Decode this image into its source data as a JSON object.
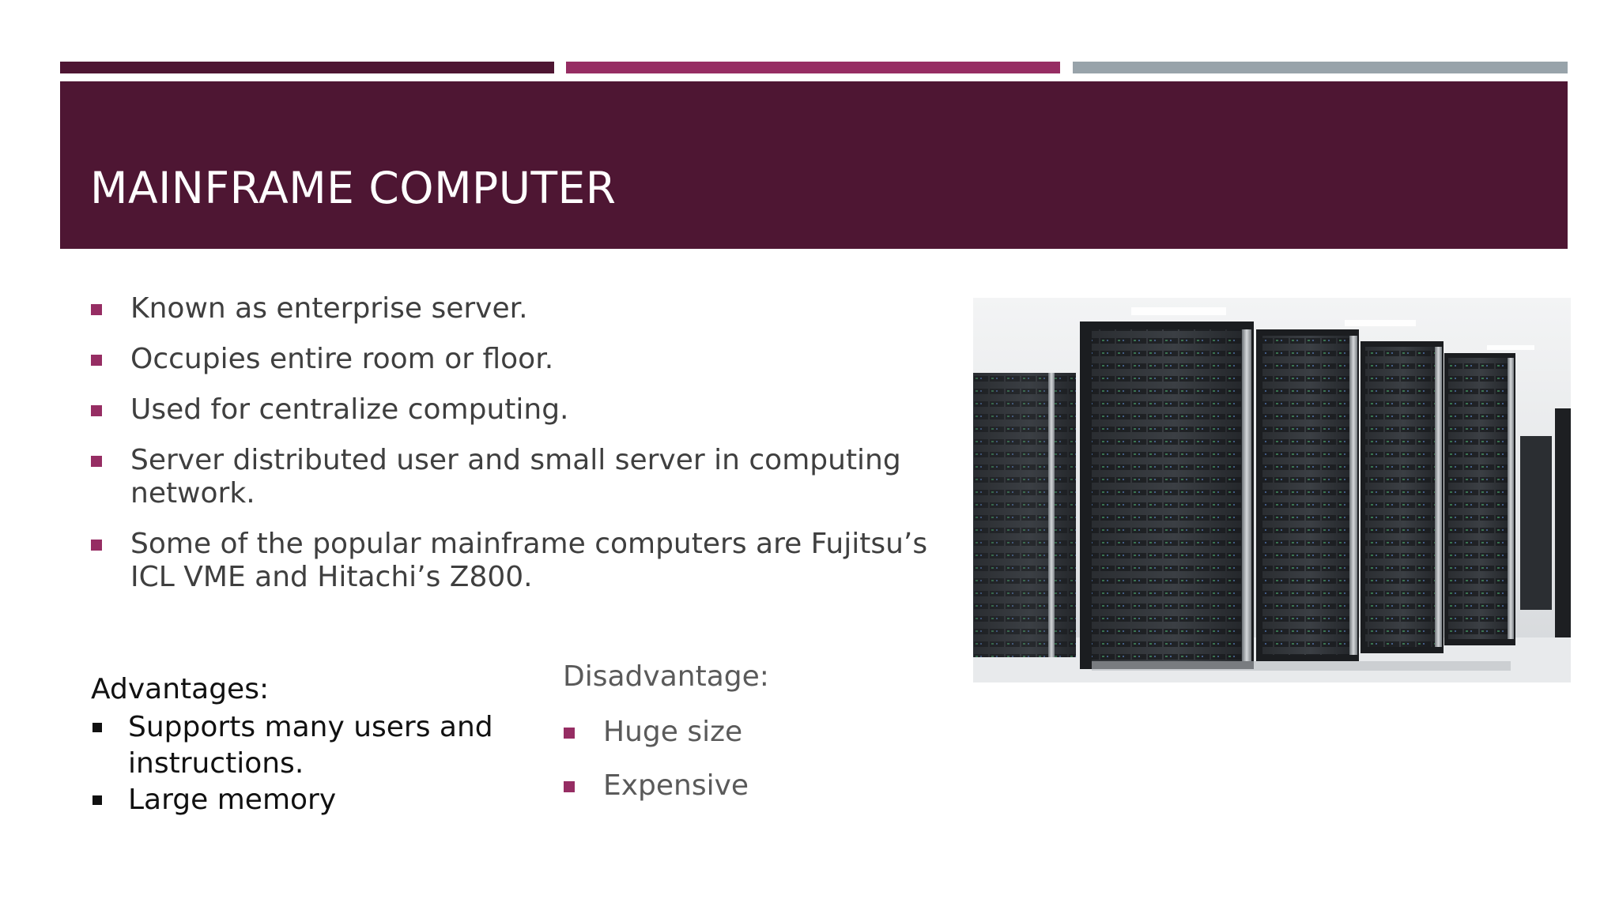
{
  "slide": {
    "title": "MAINFRAME COMPUTER",
    "bullets": [
      "Known as enterprise server.",
      "Occupies entire room or floor.",
      "Used for centralize computing.",
      "Server distributed user and small server in computing network.",
      "Some of the popular mainframe computers are Fujitsu’s ICL VME and Hitachi’s Z800."
    ],
    "advantages": {
      "heading": "Advantages:",
      "items": [
        "Supports many users and instructions.",
        "Large memory"
      ]
    },
    "disadvantages": {
      "heading": "Disadvantage:",
      "items": [
        "Huge size",
        "Expensive"
      ]
    },
    "image": {
      "alt": "server-racks-photo"
    }
  },
  "colors": {
    "dark_plum": "#4e1633",
    "magenta": "#962d63",
    "gray": "#98a3aa"
  }
}
